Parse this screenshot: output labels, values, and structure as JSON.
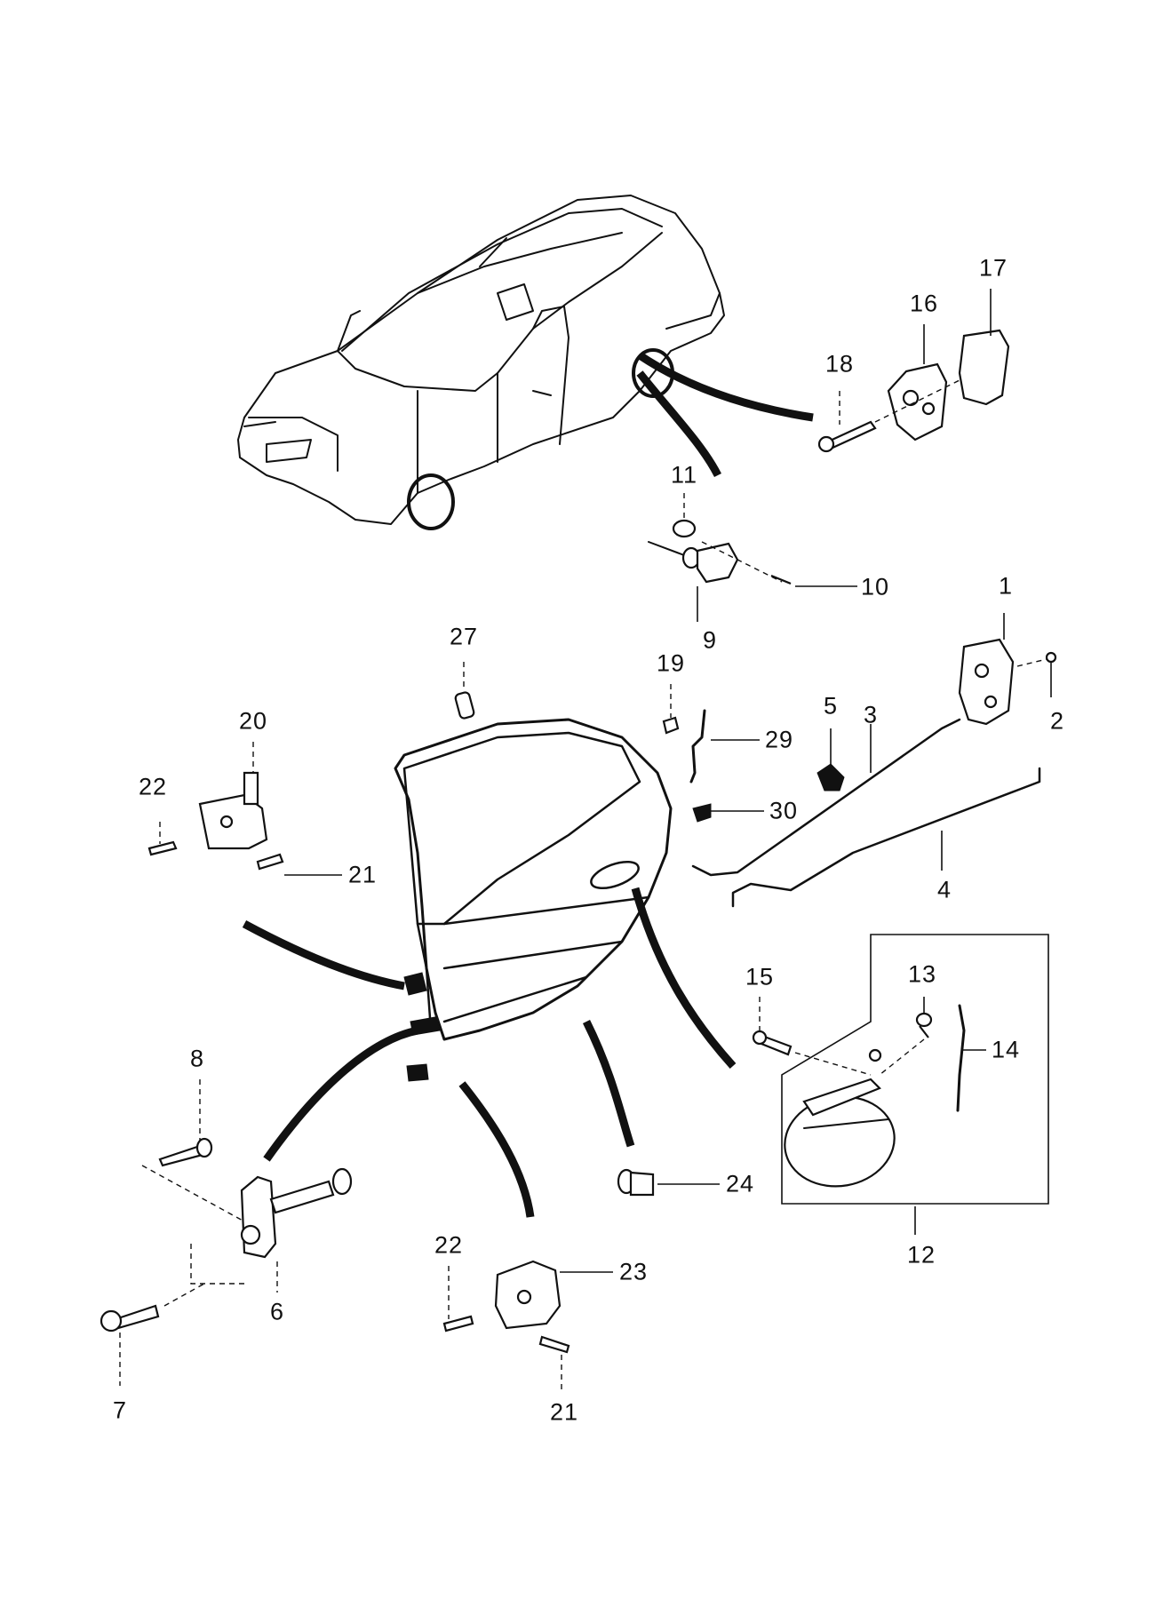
{
  "diagram": {
    "title": "",
    "type": "exploded parts diagram",
    "subject": "Sedan rear door and related hardware",
    "callouts": [
      {
        "id": "1",
        "label": "1",
        "part": "door-latch"
      },
      {
        "id": "2",
        "label": "2",
        "part": "latch-screw"
      },
      {
        "id": "3",
        "label": "3",
        "part": "inside-handle-rod"
      },
      {
        "id": "4",
        "label": "4",
        "part": "lock-rod"
      },
      {
        "id": "5",
        "label": "5",
        "part": "rod-clip"
      },
      {
        "id": "6",
        "label": "6",
        "part": "door-check"
      },
      {
        "id": "7",
        "label": "7",
        "part": "check-bolt"
      },
      {
        "id": "8",
        "label": "8",
        "part": "check-bolt"
      },
      {
        "id": "9",
        "label": "9",
        "part": "door-switch"
      },
      {
        "id": "10",
        "label": "10",
        "part": "switch-screw"
      },
      {
        "id": "11",
        "label": "11",
        "part": "switch-cap"
      },
      {
        "id": "12",
        "label": "12",
        "part": "outside-handle-assembly"
      },
      {
        "id": "13",
        "label": "13",
        "part": "handle-nut"
      },
      {
        "id": "14",
        "label": "14",
        "part": "handle-rod"
      },
      {
        "id": "15",
        "label": "15",
        "part": "handle-bolt"
      },
      {
        "id": "16",
        "label": "16",
        "part": "striker"
      },
      {
        "id": "17",
        "label": "17",
        "part": "striker-shim"
      },
      {
        "id": "18",
        "label": "18",
        "part": "striker-screw"
      },
      {
        "id": "19",
        "label": "19",
        "part": "pad"
      },
      {
        "id": "20",
        "label": "20",
        "part": "upper-hinge"
      },
      {
        "id": "21a",
        "label": "21",
        "part": "hinge-bolt-upper"
      },
      {
        "id": "22a",
        "label": "22",
        "part": "hinge-bolt-upper"
      },
      {
        "id": "21b",
        "label": "21",
        "part": "hinge-bolt-lower"
      },
      {
        "id": "22b",
        "label": "22",
        "part": "hinge-bolt-lower"
      },
      {
        "id": "23",
        "label": "23",
        "part": "lower-hinge"
      },
      {
        "id": "24",
        "label": "24",
        "part": "plug"
      },
      {
        "id": "27",
        "label": "27",
        "part": "stopper"
      },
      {
        "id": "29",
        "label": "29",
        "part": "lock-link"
      },
      {
        "id": "30",
        "label": "30",
        "part": "rod-holder"
      }
    ]
  }
}
